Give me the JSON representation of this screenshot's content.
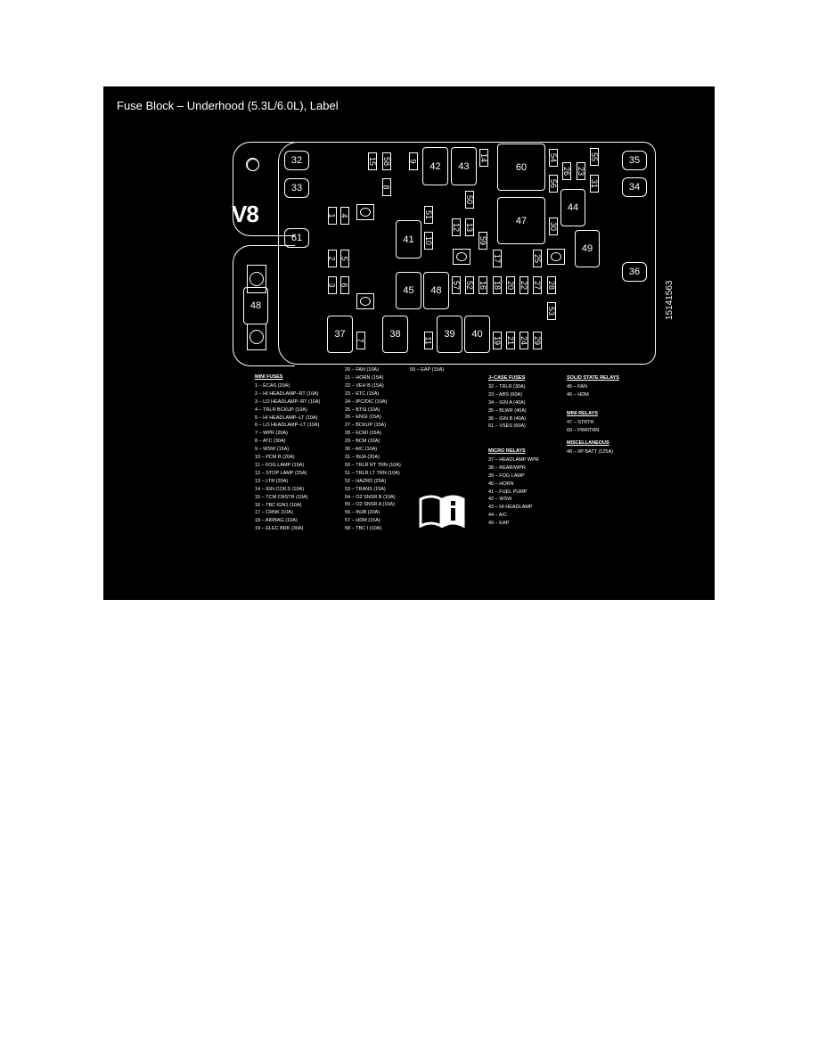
{
  "title": "Fuse Block – Underhood (5.3L/6.0L), Label",
  "badge": "V8",
  "part_number": "15141563",
  "components": {
    "jcase": [
      "32",
      "33",
      "61",
      "35",
      "34",
      "36"
    ],
    "relays": [
      "42",
      "43",
      "60",
      "47",
      "44",
      "41",
      "49",
      "45",
      "48",
      "37",
      "38",
      "39",
      "40"
    ],
    "mega": "48",
    "mini": [
      "15",
      "58",
      "9",
      "8",
      "14",
      "54",
      "26",
      "23",
      "55",
      "56",
      "31",
      "50",
      "51",
      "10",
      "12",
      "13",
      "59",
      "30",
      "1",
      "4",
      "2",
      "5",
      "3",
      "6",
      "17",
      "25",
      "57",
      "52",
      "16",
      "18",
      "20",
      "22",
      "27",
      "28",
      "53",
      "7",
      "11",
      "19",
      "21",
      "24",
      "29"
    ]
  },
  "legend": {
    "mini_fuses": {
      "heading": "MINI FUSES",
      "items": [
        "1 – ECAS (20A)",
        "2 – HI HEADLAMP–RT (10A)",
        "3 – LO HEADLAMP–RT (10A)",
        "4 – TRLR BCKUP (10A)",
        "5 – HI HEADLAMP–LT (10A)",
        "6 – LO HEADLAMP–LT (10A)",
        "7 – WPR (20A)",
        "8 – ATC (30A)",
        "9 – WSW (15A)",
        "10 – PCM B (20A)",
        "11 – FOG LAMP (15A)",
        "12 – STOP LAMP (25A)",
        "13 – LTR (20A)",
        "14 – IGN COILS (10A)",
        "15 – TCM CNSTR (10A)",
        "16 – TBC IGN1 (10A)",
        "17 – CRNK (10A)",
        "18 – AIRBAG (10A)",
        "19 – ELEC BRK (30A)"
      ]
    },
    "mini_fuses_2": {
      "items": [
        "20 – FAN (10A)",
        "21 – HORN (15A)",
        "22 – VEH B (15A)",
        "23 – ETC (15A)",
        "24 – IPC/DIC (10A)",
        "25 – BTSI (10A)",
        "26 – ENGI (15A)",
        "27 – BCKUP (15A)",
        "28 – ECMI (15A)",
        "29 – BCM (10A)",
        "30 – A/C (10A)",
        "31 – INJA (20A)",
        "50 – TRLR RT TRN (10A)",
        "51 – TRLR LT TRN (10A)",
        "52 – HAZRD (25A)",
        "53 – TRANS (15A)",
        "54 – O2 SNSR B (10A)",
        "55 – O2 SNSR A (10A)",
        "56 – INJB (20A)",
        "57 – HDM (15A)",
        "58 – TBC I (10A)"
      ]
    },
    "mini_fuses_3": {
      "items": [
        "59 – EAP (15A)"
      ]
    },
    "jcase_fuses": {
      "heading": "J–CASE FUSES",
      "items": [
        "32 – TRLR (30A)",
        "33 – ABS (60A)",
        "34 – IGN A (40A)",
        "35 – BLWR (40A)",
        "36 – IGN B (40A)",
        "61 – VSES (60A)"
      ]
    },
    "micro_relays": {
      "heading": "MICRO RELAYS",
      "items": [
        "37 – HEADLAMP WPR",
        "38 – REAR/WPR",
        "39 – FOG LAMP",
        "40 – HORN",
        "41 – FUEL PUMP",
        "42 – WSW",
        "43 – HI HEADLAMP",
        "44 – A/C",
        "49 – EAP"
      ]
    },
    "solid_state_relays": {
      "heading": "SOLID STATE RELAYS",
      "items": [
        "45 – FAN",
        "46 – HDM"
      ]
    },
    "mini_relays": {
      "heading": "MINI RELAYS",
      "items": [
        "47 – STRTR",
        "60 – PWRTRN"
      ]
    },
    "miscellaneous": {
      "heading": "MISCELLANEOUS",
      "items": [
        "48 – I/P BATT (125A)"
      ]
    }
  }
}
